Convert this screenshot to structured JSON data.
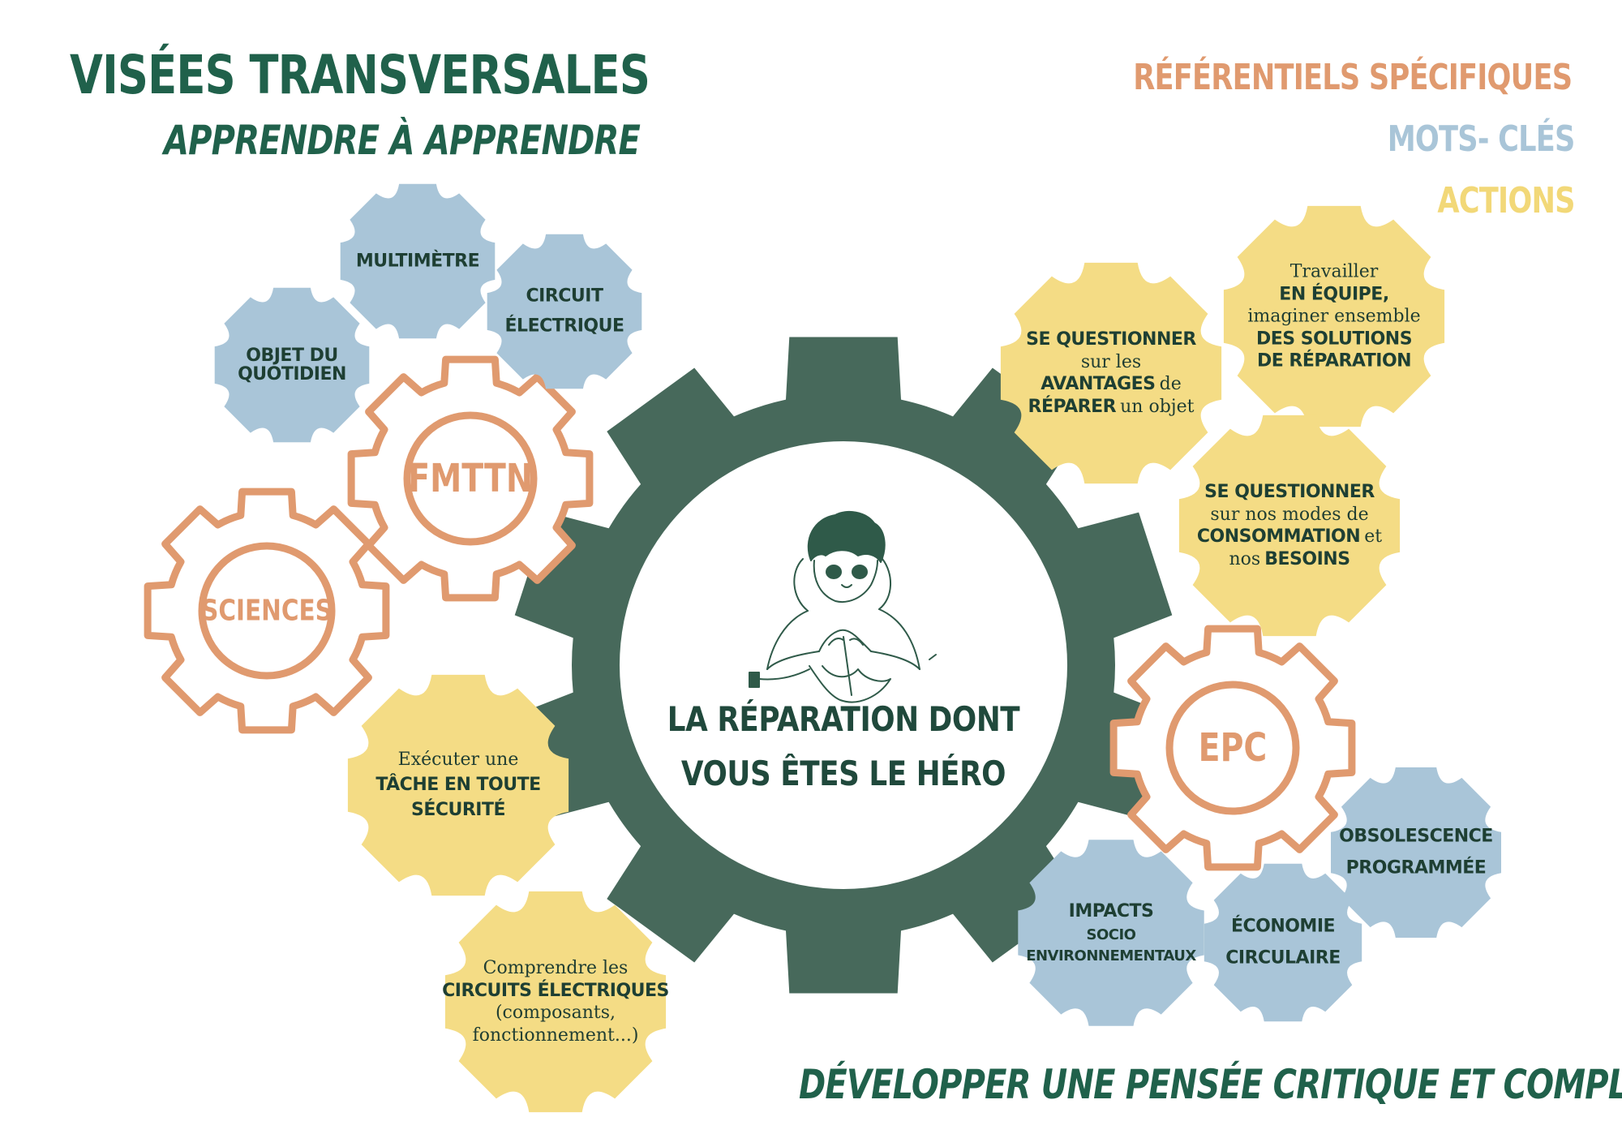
{
  "header": {
    "title": "VISÉES TRANSVERSALES",
    "subtitle": "APPRENDRE À APPRENDRE"
  },
  "legend": {
    "referentiels": "RÉFÉRENTIELS SPÉCIFIQUES",
    "mots_cles": "MOTS- CLÉS",
    "actions": "ACTIONS"
  },
  "footer": "DÉVELOPPER UNE PENSÉE CRITIQUE ET COMPLEXE",
  "center": {
    "line1": "LA RÉPARATION DONT",
    "line2": "VOUS ÊTES LE HÉRO"
  },
  "referentiels": {
    "fmttn": "FMTTN",
    "sciences": "SCIENCES",
    "epc": "EPC"
  },
  "mots_cles": {
    "multimetre": "MULTIMÈTRE",
    "circuit_1": "CIRCUIT",
    "circuit_2": "ÉLECTRIQUE",
    "objet_1": "OBJET DU",
    "objet_2": "QUOTIDIEN",
    "obsolescence_1": "OBSOLESCENCE",
    "obsolescence_2": "PROGRAMMÉE",
    "impacts_1": "IMPACTS",
    "impacts_2": "SOCIO",
    "impacts_3": "ENVIRONNEMENTAUX",
    "economie_1": "ÉCONOMIE",
    "economie_2": "CIRCULAIRE"
  },
  "actions": {
    "avantages": {
      "b1": "SE QUESTIONNER",
      "s1": "sur les",
      "b2": "AVANTAGES",
      "s2": "de",
      "b3": "RÉPARER",
      "s3": "un objet"
    },
    "equipe": {
      "s1": "Travailler",
      "b1": "EN ÉQUIPE,",
      "s2": "imaginer ensemble",
      "b2": "DES SOLUTIONS",
      "b3": "DE RÉPARATION"
    },
    "consommation": {
      "b1": "SE QUESTIONNER",
      "s1": "sur nos modes de",
      "b2": "CONSOMMATION",
      "s2": "et",
      "s3": "nos",
      "b3": "BESOINS"
    },
    "securite": {
      "s1": "Exécuter une",
      "b1": "TÂCHE EN TOUTE",
      "b2": "SÉCURITÉ"
    },
    "circuits": {
      "s1": "Comprendre les",
      "b1": "CIRCUITS ÉLECTRIQUES",
      "s2": "(composants,",
      "s3": "fonctionnement...)"
    }
  },
  "colors": {
    "dark_green": "#20614b",
    "center_gear": "#47695b",
    "orange": "#e09a6f",
    "blue": "#a9c5d8",
    "yellow": "#f4dc85"
  },
  "icons": [
    "repair-hero-illustration"
  ]
}
